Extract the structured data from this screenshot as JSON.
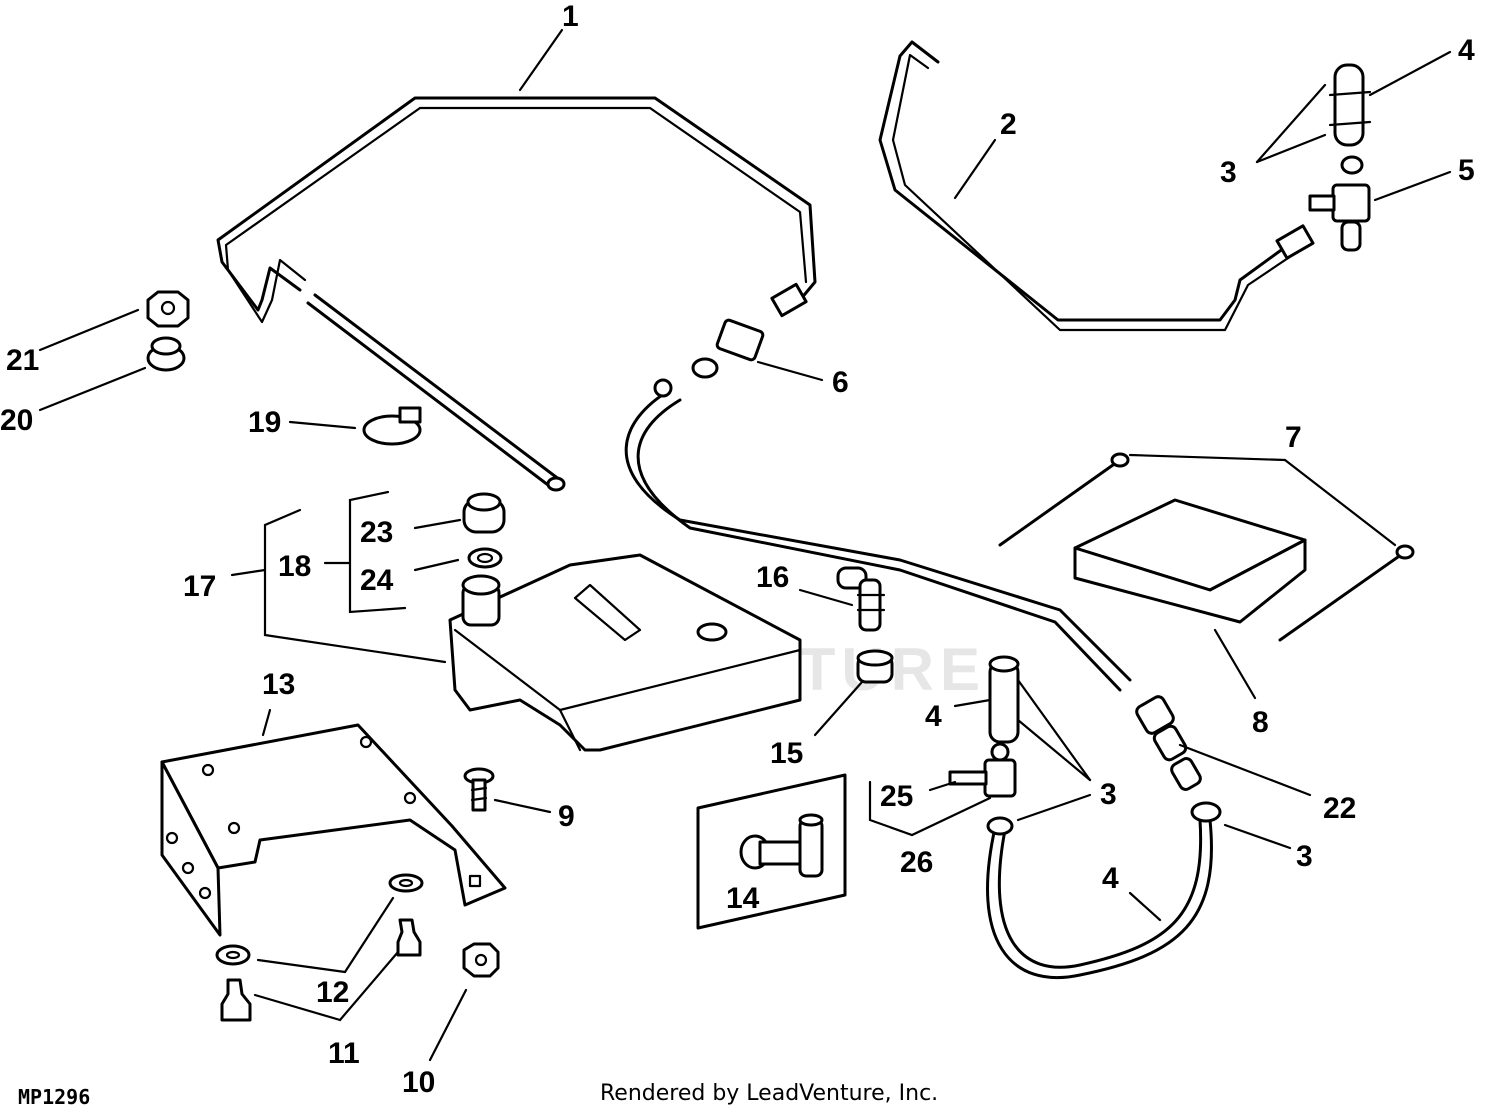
{
  "diagram": {
    "figure_id": "MP1296",
    "credit": "Rendered by LeadVenture, Inc.",
    "watermark": "LEADVENTURE",
    "callouts": [
      {
        "key": "c1",
        "label": "1"
      },
      {
        "key": "c2",
        "label": "2"
      },
      {
        "key": "c3a",
        "label": "3"
      },
      {
        "key": "c4a",
        "label": "4"
      },
      {
        "key": "c5",
        "label": "5"
      },
      {
        "key": "c6",
        "label": "6"
      },
      {
        "key": "c7",
        "label": "7"
      },
      {
        "key": "c8",
        "label": "8"
      },
      {
        "key": "c9",
        "label": "9"
      },
      {
        "key": "c10",
        "label": "10"
      },
      {
        "key": "c11",
        "label": "11"
      },
      {
        "key": "c12",
        "label": "12"
      },
      {
        "key": "c13",
        "label": "13"
      },
      {
        "key": "c14",
        "label": "14"
      },
      {
        "key": "c15",
        "label": "15"
      },
      {
        "key": "c16",
        "label": "16"
      },
      {
        "key": "c17",
        "label": "17"
      },
      {
        "key": "c18",
        "label": "18"
      },
      {
        "key": "c19",
        "label": "19"
      },
      {
        "key": "c20",
        "label": "20"
      },
      {
        "key": "c21",
        "label": "21"
      },
      {
        "key": "c22",
        "label": "22"
      },
      {
        "key": "c23",
        "label": "23"
      },
      {
        "key": "c24",
        "label": "24"
      },
      {
        "key": "c25",
        "label": "25"
      },
      {
        "key": "c26",
        "label": "26"
      },
      {
        "key": "c3b",
        "label": "3"
      },
      {
        "key": "c3c",
        "label": "3"
      },
      {
        "key": "c4b",
        "label": "4"
      },
      {
        "key": "c4c",
        "label": "4"
      }
    ]
  }
}
